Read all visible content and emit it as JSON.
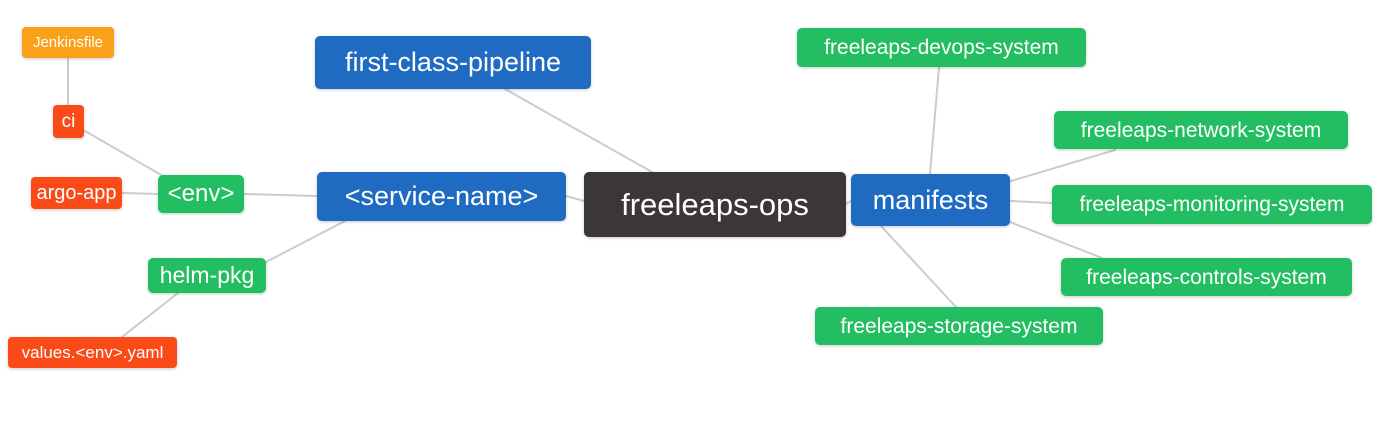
{
  "palette": {
    "blue": "#1f6bc1",
    "green": "#24be62",
    "orange": "#f9a11b",
    "red": "#f94a17",
    "dark": "#3b3736",
    "edge_line": "#cccccc",
    "background": "#ffffff",
    "text": "#ffffff"
  },
  "diagram": {
    "type": "mindmap",
    "root": "freeleaps-ops"
  },
  "nodes": [
    {
      "id": "jenkinsfile",
      "label": "Jenkinsfile",
      "color": "orange"
    },
    {
      "id": "ci",
      "label": "ci",
      "color": "red"
    },
    {
      "id": "argo-app",
      "label": "argo-app",
      "color": "red"
    },
    {
      "id": "env",
      "label": "<env>",
      "color": "green"
    },
    {
      "id": "helm-pkg",
      "label": "helm-pkg",
      "color": "green"
    },
    {
      "id": "values-env-yaml",
      "label": "values.<env>.yaml",
      "color": "red"
    },
    {
      "id": "first-class-pipeline",
      "label": "first-class-pipeline",
      "color": "blue"
    },
    {
      "id": "service-name",
      "label": "<service-name>",
      "color": "blue"
    },
    {
      "id": "freeleaps-ops",
      "label": "freeleaps-ops",
      "color": "dark"
    },
    {
      "id": "manifests",
      "label": "manifests",
      "color": "blue"
    },
    {
      "id": "devops-system",
      "label": "freeleaps-devops-system",
      "color": "green"
    },
    {
      "id": "network-system",
      "label": "freeleaps-network-system",
      "color": "green"
    },
    {
      "id": "monitoring-system",
      "label": "freeleaps-monitoring-system",
      "color": "green"
    },
    {
      "id": "controls-system",
      "label": "freeleaps-controls-system",
      "color": "green"
    },
    {
      "id": "storage-system",
      "label": "freeleaps-storage-system",
      "color": "green"
    }
  ],
  "edges": [
    {
      "from": "ci",
      "to": "jenkinsfile"
    },
    {
      "from": "env",
      "to": "ci"
    },
    {
      "from": "env",
      "to": "argo-app"
    },
    {
      "from": "service-name",
      "to": "env"
    },
    {
      "from": "service-name",
      "to": "helm-pkg"
    },
    {
      "from": "helm-pkg",
      "to": "values-env-yaml"
    },
    {
      "from": "freeleaps-ops",
      "to": "first-class-pipeline"
    },
    {
      "from": "freeleaps-ops",
      "to": "service-name"
    },
    {
      "from": "freeleaps-ops",
      "to": "manifests"
    },
    {
      "from": "manifests",
      "to": "devops-system"
    },
    {
      "from": "manifests",
      "to": "network-system"
    },
    {
      "from": "manifests",
      "to": "monitoring-system"
    },
    {
      "from": "manifests",
      "to": "controls-system"
    },
    {
      "from": "manifests",
      "to": "storage-system"
    }
  ]
}
